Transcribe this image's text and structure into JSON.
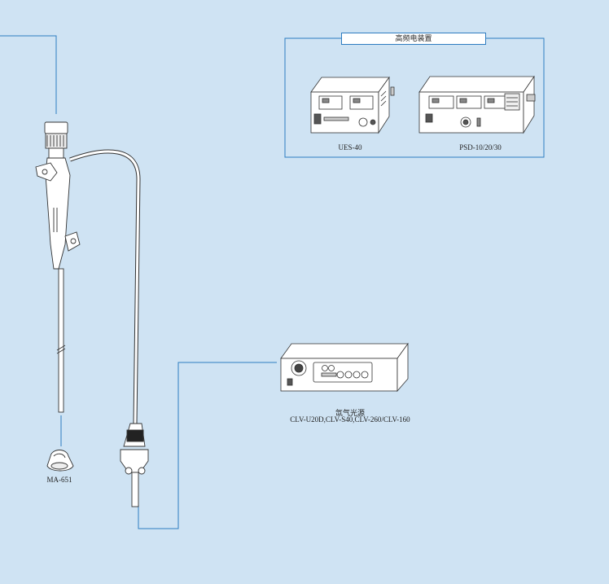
{
  "colors": {
    "background": "#cfe3f3",
    "connector": "#2d7cc0",
    "device_fill": "#ffffff",
    "device_stroke": "#333333",
    "dark_band": "#222222"
  },
  "group": {
    "title": "高频电装置"
  },
  "devices": [
    {
      "label": "UES-40"
    },
    {
      "label": "PSD-10/20/30"
    }
  ],
  "light_source": {
    "name": "氙气光源",
    "models": "CLV-U20D,CLV-S40,CLV-260/CLV-160"
  },
  "accessory": {
    "label": "MA-651"
  },
  "icons": [
    "endoscope-icon",
    "electrosurgical-unit-icon",
    "light-source-icon",
    "valve-icon"
  ]
}
